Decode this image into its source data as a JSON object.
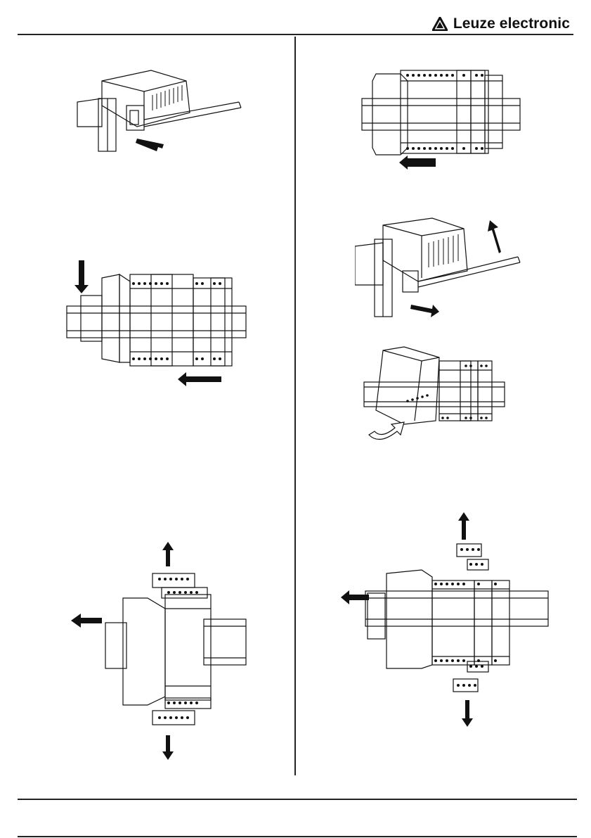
{
  "header": {
    "brand_name": "Leuze electronic",
    "logo_icon": "leuze-triangle-logo-icon"
  },
  "colors": {
    "ink": "#111111",
    "line": "#222222"
  },
  "figures": [
    {
      "id": "fig-1",
      "icon": "screwdriver-release-icon"
    },
    {
      "id": "fig-2",
      "icon": "slide-module-left-icon"
    },
    {
      "id": "fig-3",
      "icon": "mount-on-rail-icon"
    },
    {
      "id": "fig-4",
      "icon": "lever-unlock-icon"
    },
    {
      "id": "fig-5",
      "icon": "tilt-remove-module-icon"
    },
    {
      "id": "fig-6",
      "icon": "remove-terminal-blocks-icon"
    },
    {
      "id": "fig-7",
      "icon": "remove-terminal-blocks-stack-icon"
    }
  ]
}
